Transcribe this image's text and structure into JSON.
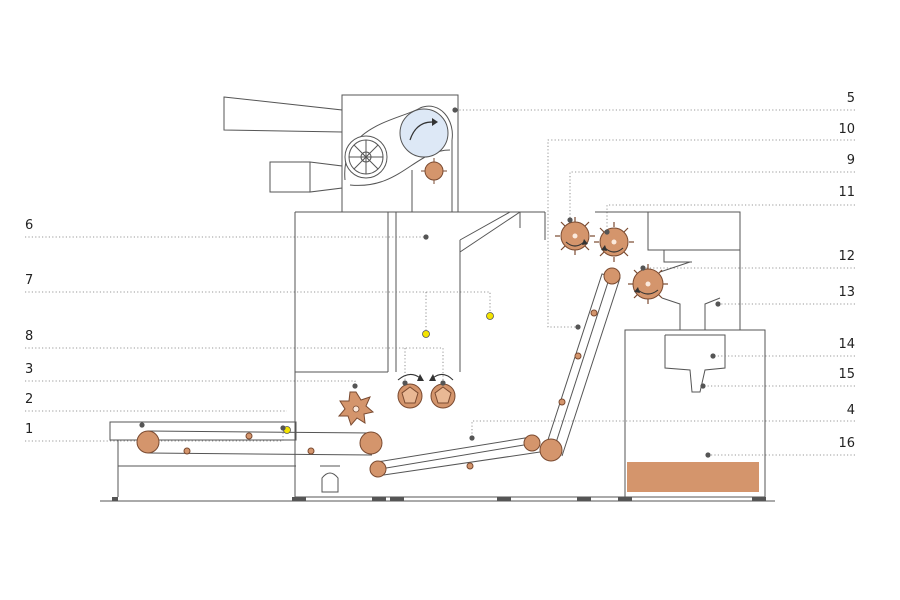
{
  "colors": {
    "outline": "#555555",
    "roller": "#d4956c",
    "roller_stroke": "#7a4a30",
    "sensor": "#f4e400",
    "drum": "#dde8f6",
    "text": "#222222"
  },
  "labels": {
    "l1": "1",
    "l2": "2",
    "l3": "3",
    "l4": "4",
    "l5": "5",
    "l6": "6",
    "l7": "7",
    "l8": "8",
    "l9": "9",
    "l10": "10",
    "l11": "11",
    "l12": "12",
    "l13": "13",
    "l14": "14",
    "l15": "15",
    "l16": "16"
  }
}
